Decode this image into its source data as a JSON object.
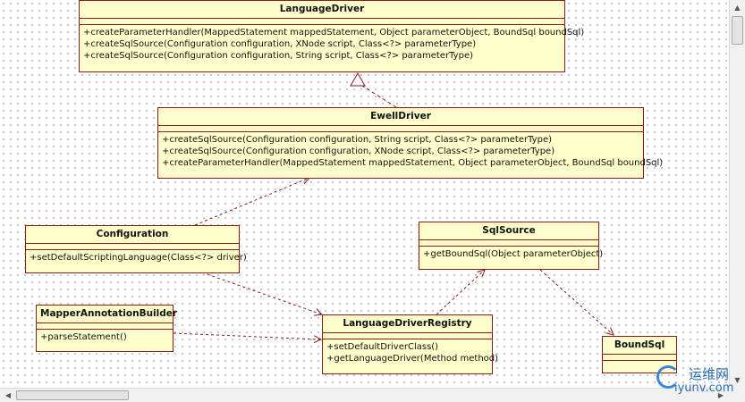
{
  "classes": {
    "language_driver": {
      "name": "LanguageDriver",
      "ops": [
        "+createParameterHandler(MappedStatement mappedStatement, Object parameterObject, BoundSql boundSql)",
        "+createSqlSource(Configuration configuration, XNode script, Class<?> parameterType)",
        "+createSqlSource(Configuration configuration, String script, Class<?> parameterType)"
      ]
    },
    "ewell_driver": {
      "name": "EwellDriver",
      "ops": [
        "+createSqlSource(Configuration configuration, String script, Class<?> parameterType)",
        "+createSqlSource(Configuration configuration, XNode script, Class<?> parameterType)",
        "+createParameterHandler(MappedStatement mappedStatement, Object parameterObject, BoundSql boundSql)"
      ]
    },
    "configuration": {
      "name": "Configuration",
      "ops": [
        "+setDefaultScriptingLanguage(Class<?> driver)"
      ]
    },
    "sql_source": {
      "name": "SqlSource",
      "ops": [
        "+getBoundSql(Object parameterObject)"
      ]
    },
    "mapper_annotation_builder": {
      "name": "MapperAnnotationBuilder",
      "ops": [
        "+parseStatement()"
      ]
    },
    "language_driver_registry": {
      "name": "LanguageDriverRegistry",
      "ops": [
        "+setDefaultDriverClass()",
        "+getLanguageDriver(Method method)"
      ]
    },
    "bound_sql": {
      "name": "BoundSql",
      "ops": []
    }
  },
  "relations": [
    {
      "from": "ewell_driver",
      "to": "language_driver",
      "kind": "realization"
    },
    {
      "from": "configuration",
      "to": "ewell_driver",
      "kind": "dependency"
    },
    {
      "from": "configuration",
      "to": "language_driver_registry",
      "kind": "dependency"
    },
    {
      "from": "mapper_annotation_builder",
      "to": "language_driver_registry",
      "kind": "dependency"
    },
    {
      "from": "language_driver_registry",
      "to": "sql_source",
      "kind": "dependency"
    },
    {
      "from": "sql_source",
      "to": "bound_sql",
      "kind": "dependency"
    }
  ],
  "colors": {
    "class_fill": "#ffffcc",
    "class_border": "#8b1a1a",
    "link": "#8b1a1a"
  },
  "watermark": {
    "main": "运维网",
    "sub": "iyunv.com"
  },
  "scrollbars": {
    "vertical": {
      "up_icon": "triangle-up-icon",
      "down_icon": "triangle-down-icon"
    },
    "horizontal": {
      "left_icon": "triangle-left-icon",
      "right_icon": "triangle-right-icon"
    }
  }
}
